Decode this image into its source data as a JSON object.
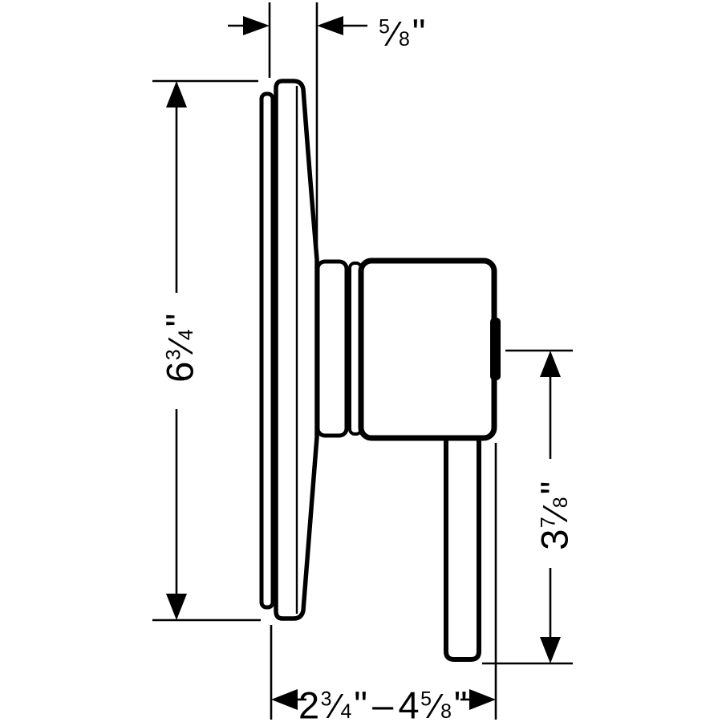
{
  "drawing": {
    "background": "#ffffff",
    "line_color": "#000000",
    "dims": {
      "top": {
        "num": "5",
        "den": "8",
        "unit": "\""
      },
      "left": {
        "whole": "6",
        "num": "3",
        "den": "4",
        "unit": "\""
      },
      "right": {
        "whole": "3",
        "num": "7",
        "den": "8",
        "unit": "\""
      },
      "bottom": {
        "min": {
          "whole": "2",
          "num": "3",
          "den": "4",
          "unit": "\""
        },
        "separator": "–",
        "max": {
          "whole": "4",
          "num": "5",
          "den": "8",
          "unit": "\""
        }
      }
    }
  }
}
